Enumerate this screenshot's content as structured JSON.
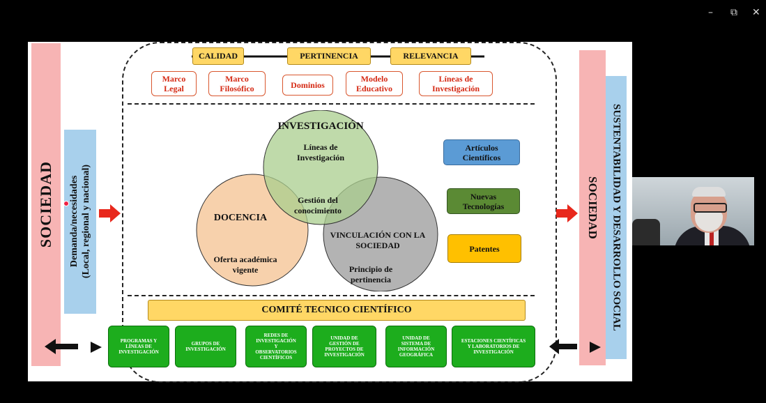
{
  "window_controls": {
    "minimize": "–",
    "restore": "⧉",
    "close": "✕"
  },
  "left": {
    "sociedad": "SOCIEDAD",
    "demanda": "Demanda/necesidades\n(Local, regional y nacional)"
  },
  "right": {
    "sociedad": "SOCIEDAD",
    "sustentabilidad": "SUSTENTABILIDAD Y DESARROLLO SOCIAL"
  },
  "top_row": [
    "CALIDAD",
    "PERTINENCIA",
    "RELEVANCIA"
  ],
  "second_row": [
    "Marco\nLegal",
    "Marco\nFilosófico",
    "Dominios",
    "Modelo\nEducativo",
    "Líneas de\nInvestigación"
  ],
  "venn": {
    "investigacion": {
      "title": "INVESTIGACIÓN",
      "sub": "Líneas de\nInvestigación"
    },
    "center": "Gestión del\nconocimiento",
    "docencia": {
      "title": "DOCENCIA",
      "sub": "Oferta académica\nvigente"
    },
    "vinculacion": {
      "title": "VINCULACIÓN CON LA\nSOCIEDAD",
      "sub": "Principio de\npertinencia"
    }
  },
  "side_boxes": [
    "Artículos\nCientíficos",
    "Nuevas\nTecnologías",
    "Patentes"
  ],
  "comite": "COMITÉ TECNICO CIENTÍFICO",
  "bottom_boxes": [
    "PROGRAMAS Y\nLÍNEAS DE\nINVESTIGACIÓN",
    "GRUPOS DE\nINVESTIGACIÓN",
    "REDES DE\nINVESTIGACIÓN\nY\nOBSERVATORIOS\nCIENTÍFICOS",
    "UNIDAD DE\nGESTIÓN DE\nPROYECTOS DE\nINVESTIGACIÓN",
    "UNIDAD DE\nSISTEMA DE\nINFORMACIÓN\nGEOGRÁFICA",
    "ESTACIONES CIENTÍFICAS\nY LABORATORIOS DE\nINVESTIGACIÓN"
  ],
  "colors": {
    "venn_green": "#a9cd8d",
    "venn_orange": "#f7cfa8",
    "venn_gray": "#9a9a9a",
    "articulos": "#5b9bd5",
    "nuevas": "#5b8a34",
    "patentes": "#ffc000"
  }
}
